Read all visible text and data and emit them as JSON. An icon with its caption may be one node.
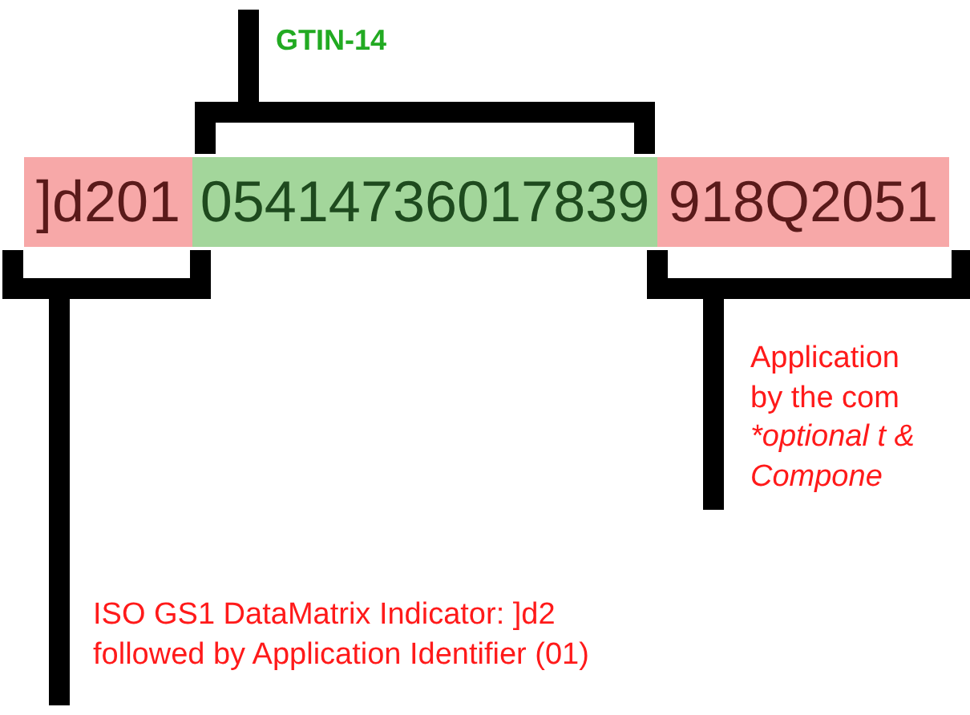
{
  "diagram": {
    "nodes": [
      {
        "text": [
          "GTIN-14"
        ]
      },
      {
        "text": [
          "]d201"
        ]
      },
      {
        "text": [
          "05414736017839"
        ]
      },
      {
        "text": [
          "918Q2051"
        ]
      },
      {
        "text": [
          "Application by the com",
          "*optional t & Compone"
        ]
      },
      {
        "text": [
          "ISO GS1 DataMatrix Indicator: ]d2 followed by Application Identifier (01)"
        ]
      }
    ],
    "edges": [
      {
        "from": 0,
        "to": 2,
        "arrow": "none"
      },
      {
        "from": 4,
        "to": 3,
        "arrow": "none"
      },
      {
        "from": 5,
        "to": 1,
        "arrow": "none"
      }
    ]
  }
}
